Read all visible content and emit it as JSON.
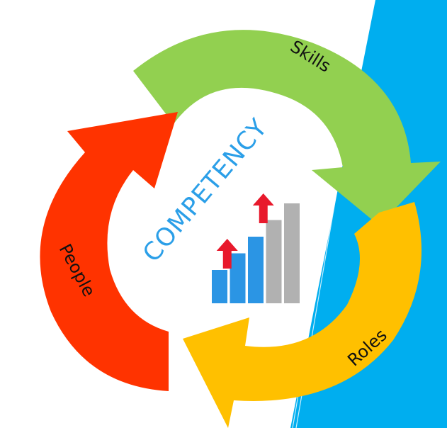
{
  "cycle": {
    "skills": "Skills",
    "roles": "Roles",
    "people": "People"
  },
  "center": {
    "word": "COMPETENCY"
  },
  "bar_chart": {
    "bars": [
      {
        "value": 2,
        "color": "#2b95e4"
      },
      {
        "value": 3,
        "color": "#2b95e4"
      },
      {
        "value": 4,
        "color": "#2b95e4"
      },
      {
        "value": 5,
        "color": "#b1b1b1"
      },
      {
        "value": 6,
        "color": "#b1b1b1"
      }
    ],
    "up_arrows": 2
  },
  "colors": {
    "skills_arrow": "#92d050",
    "roles_arrow": "#ffc000",
    "people_arrow": "#ff3300",
    "background_accent": "#00aeef",
    "center_word": "#2b9fe8",
    "arrow_up": "#e8192c"
  }
}
